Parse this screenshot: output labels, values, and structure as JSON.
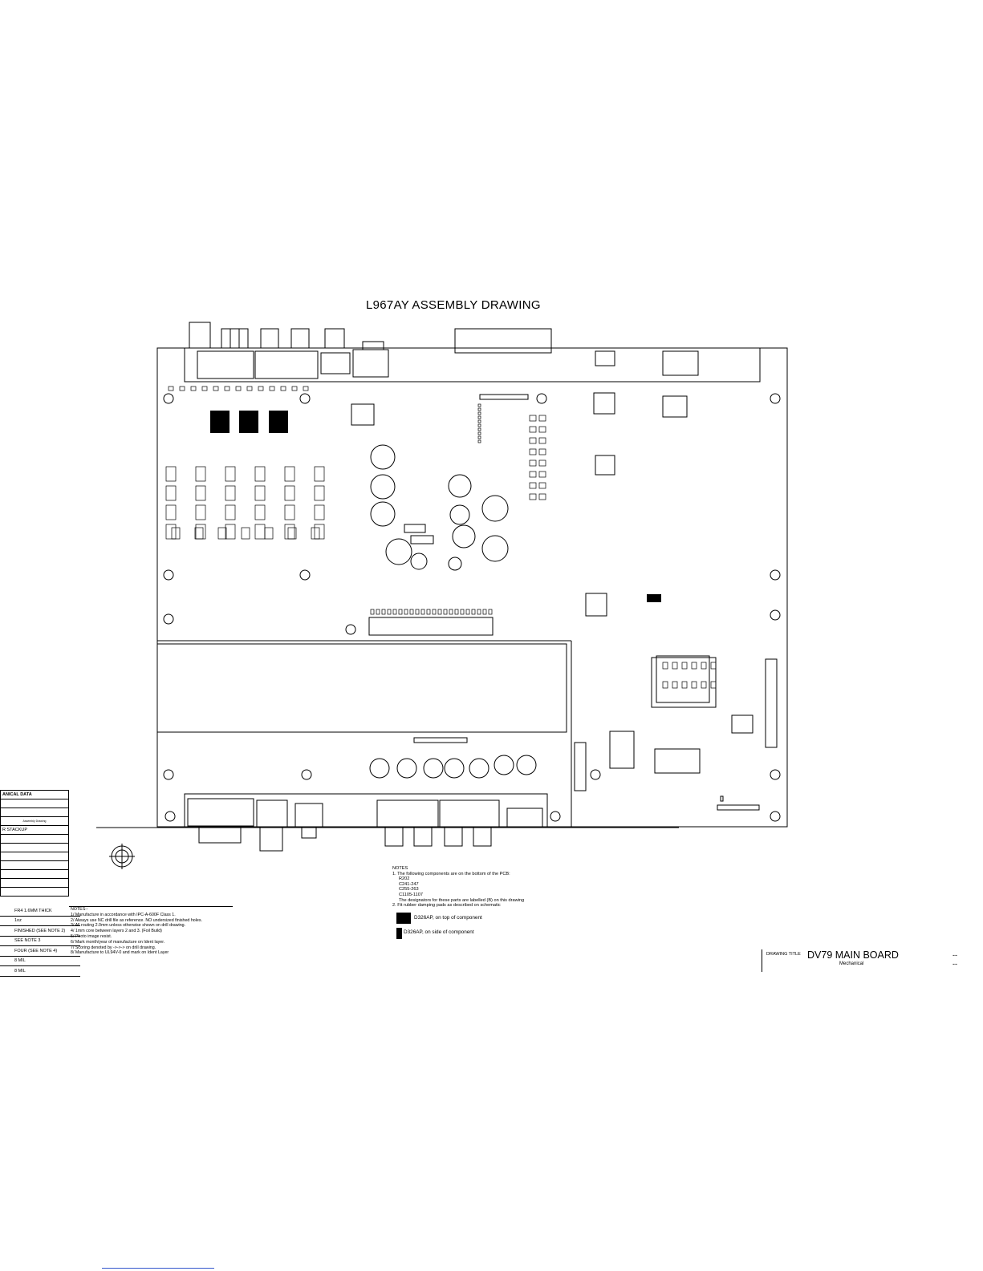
{
  "title": "L967AY ASSEMBLY DRAWING",
  "mech_table": {
    "header": "ANICAL DATA",
    "small_cell": "Assembly Drawing",
    "stackup": "R STACKUP"
  },
  "lower_left": {
    "rows": [
      "FR4 1.6MM THICK",
      "1oz",
      "FINISHED (SEE NOTE 2)",
      "SEE NOTE 3",
      "FOUR (SEE NOTE 4)",
      "8 MIL",
      "8 MIL"
    ]
  },
  "notes_right": {
    "heading": "NOTES:-",
    "items": [
      "1/ Manufacture in accordance with IPC-A-600F Class 1.",
      "2/ Always use NC drill file as reference. NO undersized finished holes.",
      "3/ All routing 2.0mm unless otherwise shown on drill drawing.",
      "4/ 1mm core between layers 2 and 3. (Foil Build)",
      "5/ Photo image resist.",
      "6/ Mark month/year of manufacture on Ident layer.",
      "7/ Scoring denoted by ->->-> on drill drawing.",
      "8/ Manufacture to UL94V-0 and mark on Ident Layer"
    ]
  },
  "notes_center": {
    "heading": "NOTES",
    "line1": "1. The following components are on the bottom of the PCB:",
    "parts": [
      "R202",
      "C241-247",
      "C255-263",
      "C1105-1107"
    ],
    "line2": "The designators for these parts are labelled (B) on this drawing",
    "line3": "2. Fit rubber damping pads as described on schematic",
    "pad_top": "D326AP, on top of component",
    "pad_side": "D326AP, on side of component"
  },
  "title_block": {
    "label": "DRAWING TITLE",
    "title": "DV79 MAIN BOARD",
    "subtitle": "Mechanical",
    "dash1": "--",
    "dash2": "--"
  },
  "colors": {
    "ink": "#000000",
    "paper": "#ffffff",
    "link": "#3355cc"
  }
}
